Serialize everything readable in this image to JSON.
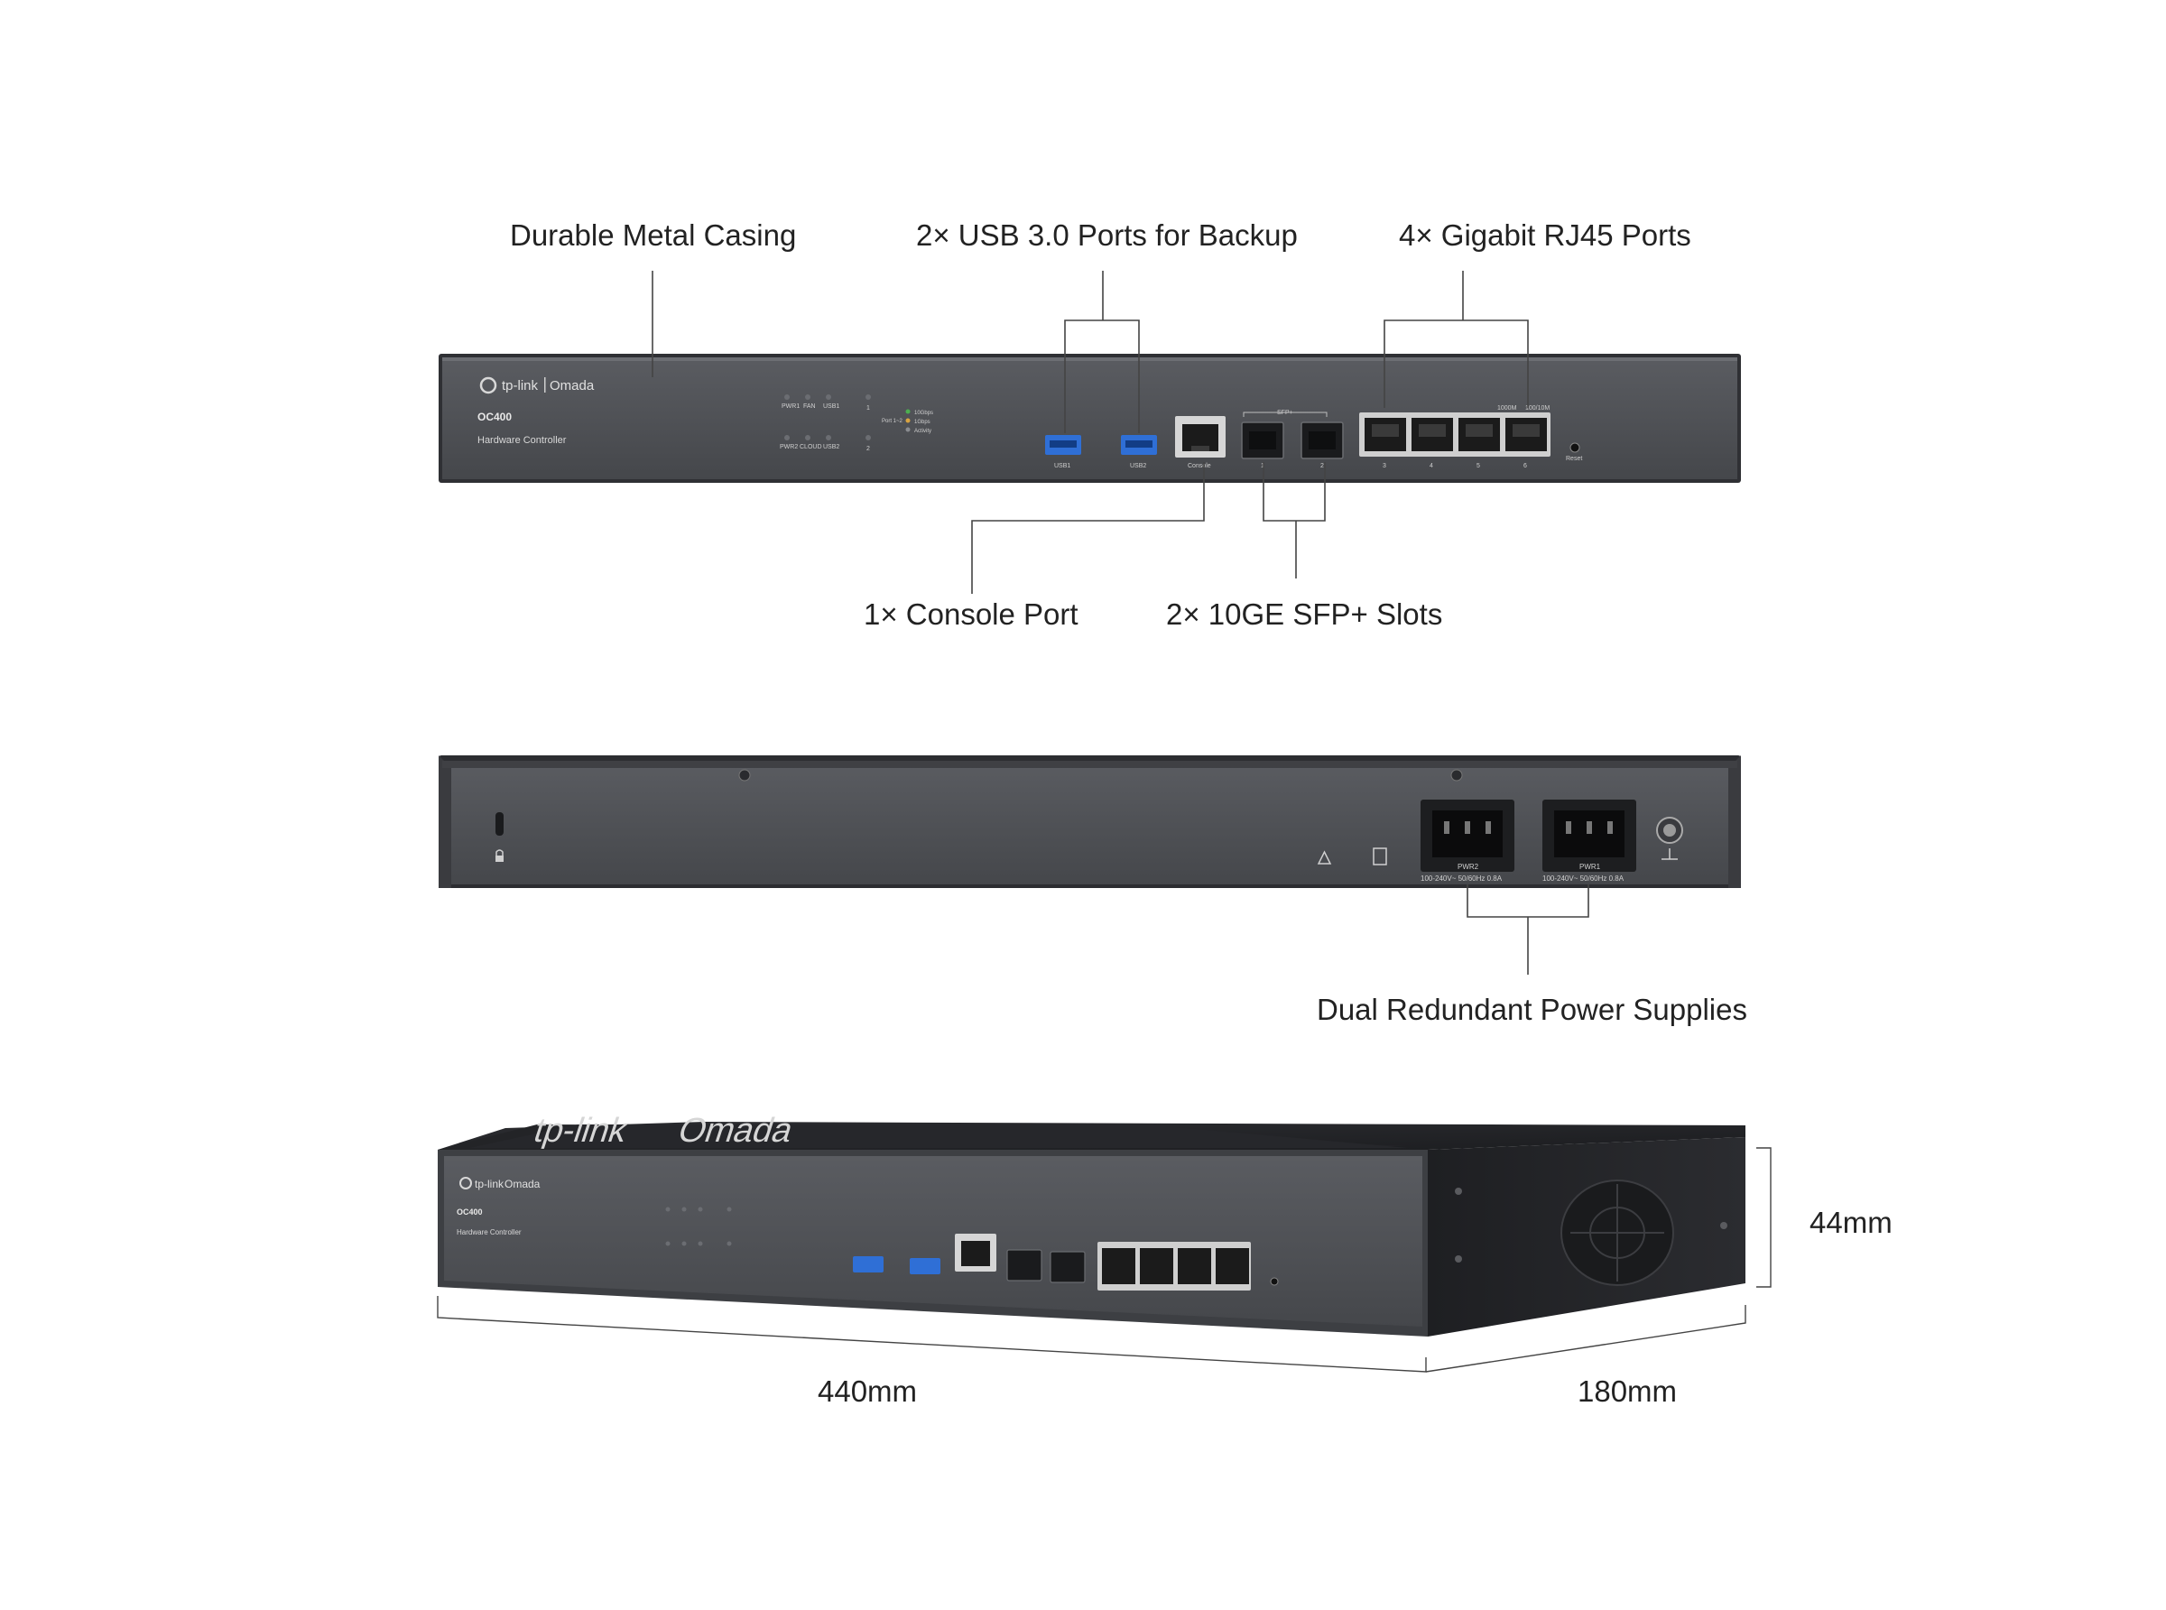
{
  "callouts": {
    "casing": "Durable Metal Casing",
    "usb": "2× USB 3.0 Ports for Backup",
    "rj45": "4× Gigabit RJ45 Ports",
    "console": "1× Console Port",
    "sfp": "2× 10GE SFP+ Slots",
    "power": "Dual Redundant Power Supplies"
  },
  "dimensions": {
    "height": "44mm",
    "width": "440mm",
    "depth": "180mm"
  },
  "device": {
    "brand": "tp-link",
    "product_line": "Omada",
    "model": "OC400",
    "description": "Hardware Controller",
    "leds": {
      "top_row": [
        "PWR1",
        "FAN",
        "USB1"
      ],
      "bottom_row": [
        "PWR2",
        "CLOUD",
        "USB2"
      ],
      "port_numbers": [
        "1",
        "2"
      ],
      "port_group": "Port 1~2",
      "legend": [
        "10Gbps",
        "1Gbps",
        "Activity"
      ]
    },
    "usb_labels": [
      "USB1",
      "USB2"
    ],
    "console_label": "Console",
    "sfp_header": "SFP+",
    "sfp_labels": [
      "1",
      "2"
    ],
    "rj45_speed_labels": [
      "1000M",
      "100/10M"
    ],
    "rj45_labels": [
      "3",
      "4",
      "5",
      "6"
    ],
    "reset_label": "Reset",
    "psu_labels": [
      "PWR2",
      "PWR1"
    ],
    "psu_rating": "100-240V~ 50/60Hz 0.8A"
  },
  "colors": {
    "panel": "#4a4c50",
    "panel_edge": "#2a2b2e",
    "usb_blue": "#2f6fd6",
    "callout_line": "#444444",
    "text": "#222222"
  }
}
